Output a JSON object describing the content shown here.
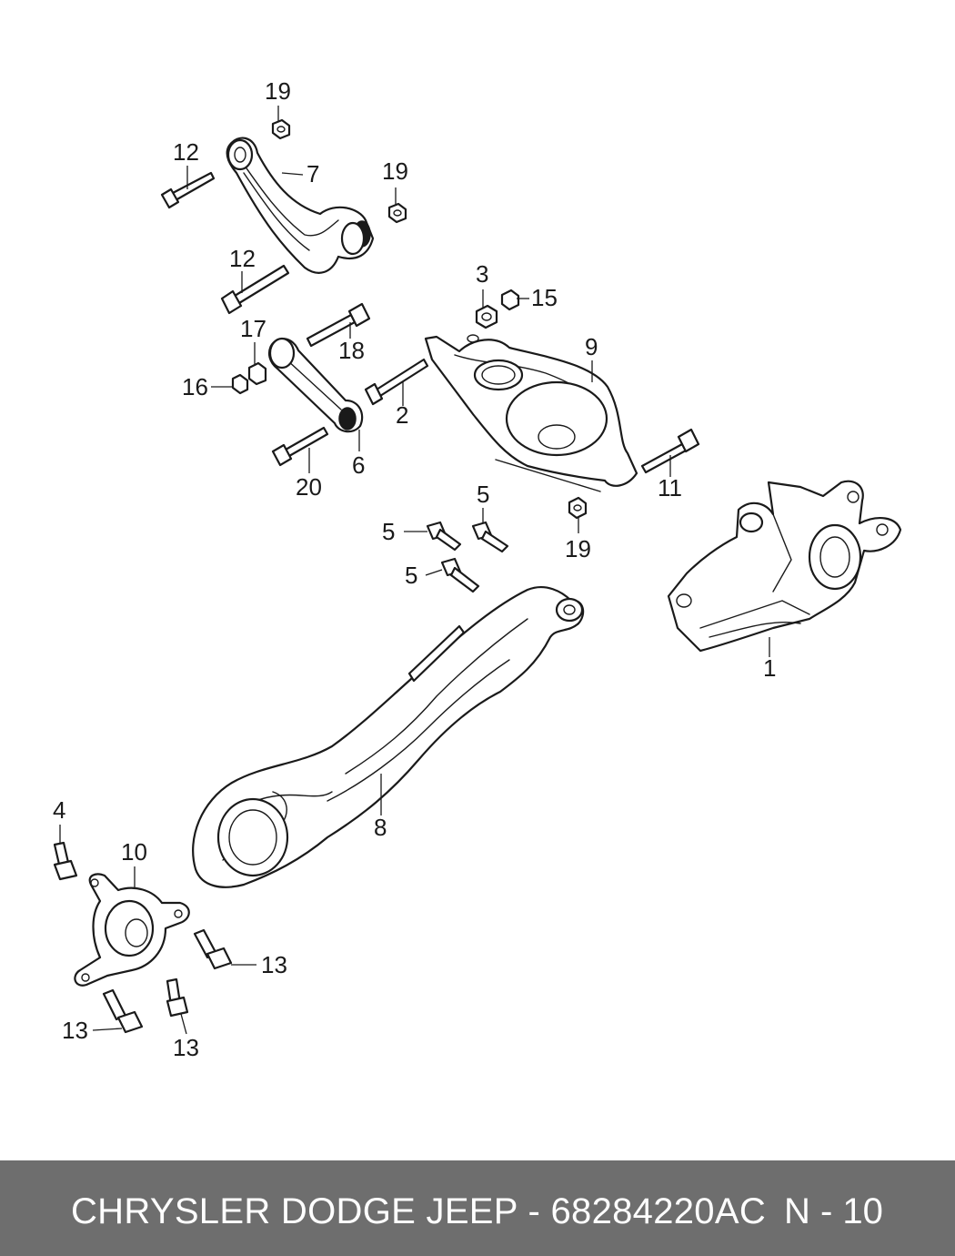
{
  "diagram": {
    "callouts": [
      {
        "id": "c19a",
        "text": "19"
      },
      {
        "id": "c12a",
        "text": "12"
      },
      {
        "id": "c7",
        "text": "7"
      },
      {
        "id": "c19b",
        "text": "19"
      },
      {
        "id": "c12b",
        "text": "12"
      },
      {
        "id": "c3",
        "text": "3"
      },
      {
        "id": "c15",
        "text": "15"
      },
      {
        "id": "c17",
        "text": "17"
      },
      {
        "id": "c18",
        "text": "18"
      },
      {
        "id": "c9",
        "text": "9"
      },
      {
        "id": "c16",
        "text": "16"
      },
      {
        "id": "c2",
        "text": "2"
      },
      {
        "id": "c20",
        "text": "20"
      },
      {
        "id": "c6",
        "text": "6"
      },
      {
        "id": "c11",
        "text": "11"
      },
      {
        "id": "c5a",
        "text": "5"
      },
      {
        "id": "c5b",
        "text": "5"
      },
      {
        "id": "c19c",
        "text": "19"
      },
      {
        "id": "c5c",
        "text": "5"
      },
      {
        "id": "c1",
        "text": "1"
      },
      {
        "id": "c8",
        "text": "8"
      },
      {
        "id": "c4",
        "text": "4"
      },
      {
        "id": "c10",
        "text": "10"
      },
      {
        "id": "c13a",
        "text": "13"
      },
      {
        "id": "c13b",
        "text": "13"
      },
      {
        "id": "c13c",
        "text": "13"
      }
    ]
  },
  "footer": {
    "brand_part": "CHRYSLER DODGE JEEP - 68284220AC",
    "page_ref": "N - 10"
  },
  "colors": {
    "footer_bg": "#6e6e6e",
    "footer_text": "#ffffff",
    "line": "#1a1a1a",
    "background": "#ffffff"
  }
}
